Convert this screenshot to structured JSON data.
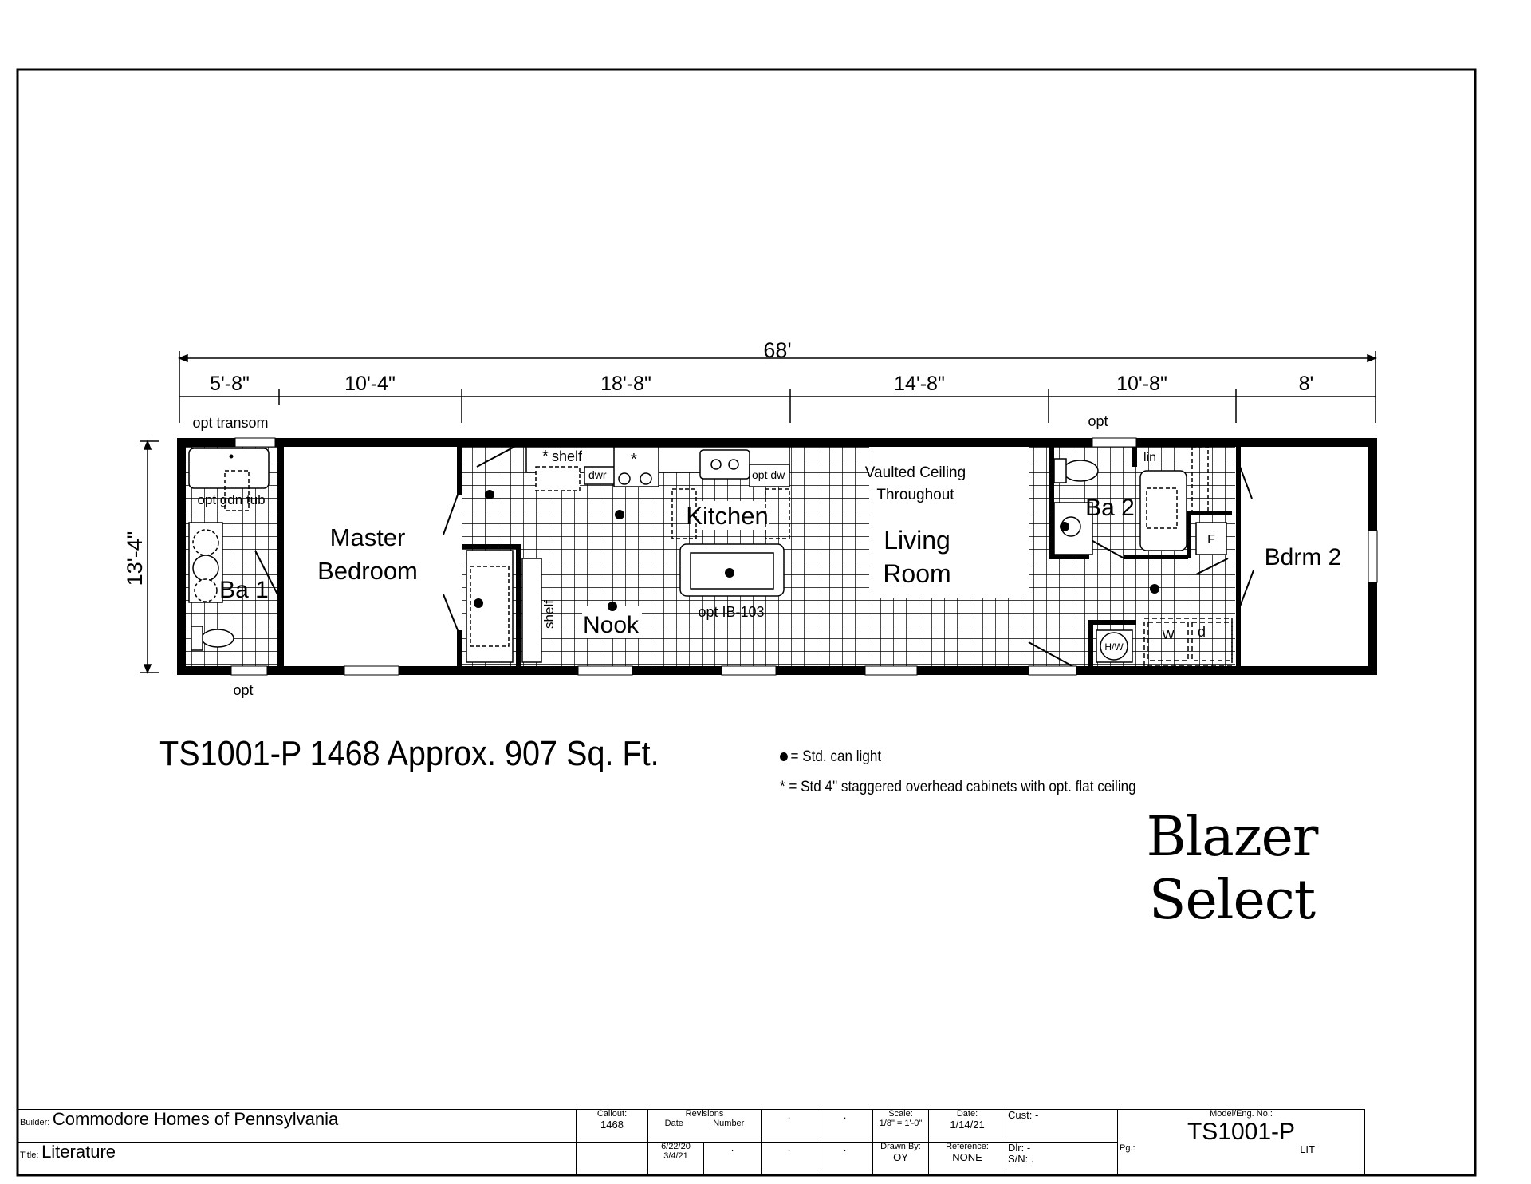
{
  "plan": {
    "overall_width": "68'",
    "overall_depth": "13'-4\"",
    "segments": [
      "5'-8\"",
      "10'-4\"",
      "18'-8\"",
      "14'-8\"",
      "10'-8\"",
      "8'"
    ],
    "rooms": {
      "master_line1": "Master",
      "master_line2": "Bedroom",
      "ba1": "Ba 1",
      "kitchen": "Kitchen",
      "nook": "Nook",
      "living_line1": "Living",
      "living_line2": "Room",
      "ba2": "Ba 2",
      "bdrm2": "Bdrm 2"
    },
    "notes": {
      "opt_transom": "opt transom",
      "opt_gdn_tub": "opt gdn tub",
      "opt_bottom": "opt",
      "opt_top": "opt",
      "shelf_top": "shelf",
      "shelf_side": "shelf",
      "dwr": "dwr",
      "opt_dw": "opt dw",
      "opt_ib": "opt IB-103",
      "vaulted_line1": "Vaulted Ceiling",
      "vaulted_line2": "Throughout",
      "lin": "lin",
      "f": "F",
      "w": "W",
      "d": "d",
      "hw": "H/W"
    }
  },
  "model_line": "TS1001-P 1468 Approx. 907 Sq. Ft.",
  "legend": {
    "can_light": "= Std. can light",
    "cabinets": "* = Std 4\" staggered overhead cabinets with opt. flat ceiling"
  },
  "brand": "Blazer Select",
  "title_block": {
    "builder_label": "Builder:",
    "builder": "Commodore Homes of Pennsylvania",
    "title_label": "Title:",
    "title": "Literature",
    "callout_label": "Callout:",
    "callout": "1468",
    "revisions_label": "Revisions",
    "date_col": "Date",
    "number_col": "Number",
    "rev1_date": "6/22/20",
    "rev2_date": "3/4/21",
    "dot": ".",
    "scale_label": "Scale:",
    "scale": "1/8\" = 1'-0\"",
    "drawn_label": "Drawn By:",
    "drawn": "OY",
    "date_label": "Date:",
    "date": "1/14/21",
    "reference_label": "Reference:",
    "reference": "NONE",
    "cust": "Cust: -",
    "dlr": "Dlr:  -",
    "sn": "S/N:  .",
    "model_label": "Model/Eng. No.:",
    "model": "TS1001-P",
    "pg_label": "Pg.:",
    "pg": "LIT"
  }
}
